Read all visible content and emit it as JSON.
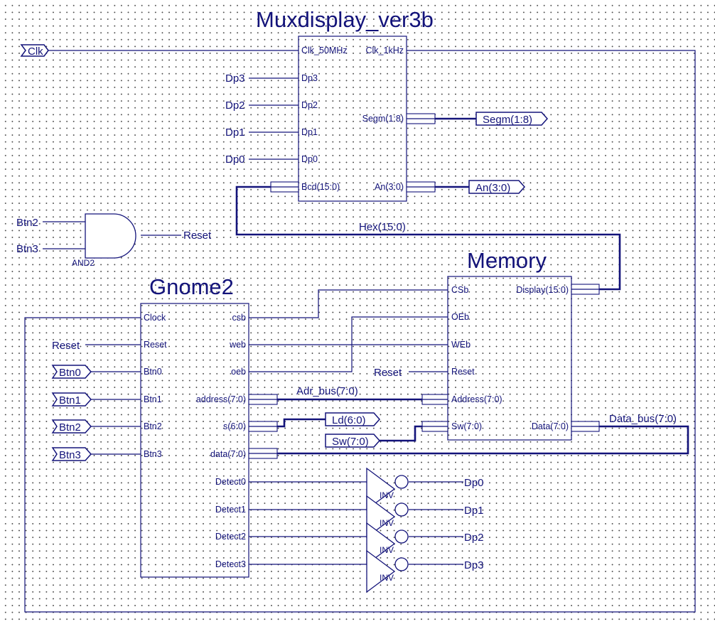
{
  "blocks": {
    "muxdisplay": {
      "title": "Muxdisplay_ver3b",
      "pins": {
        "clk_50mhz": "Clk_50MHz",
        "clk_1khz": "Clk_1kHz",
        "dp3": "Dp3",
        "dp2": "Dp2",
        "dp1": "Dp1",
        "dp0": "Dp0",
        "bcd": "Bcd(15:0)",
        "segm": "Segm(1:8)",
        "an": "An(3:0)"
      }
    },
    "memory": {
      "title": "Memory",
      "pins": {
        "csb": "CSb",
        "oeb": "OEb",
        "web": "WEb",
        "reset": "Reset",
        "address": "Address(7:0)",
        "sw": "Sw(7:0)",
        "display": "Display(15:0)",
        "data": "Data(7:0)"
      }
    },
    "gnome2": {
      "title": "Gnome2",
      "pins": {
        "clock": "Clock",
        "reset": "Reset",
        "btn0": "Btn0",
        "btn1": "Btn1",
        "btn2": "Btn2",
        "btn3": "Btn3",
        "csb": "csb",
        "web": "web",
        "oeb": "oeb",
        "address": "address(7:0)",
        "s": "s(6:0)",
        "data": "data(7:0)",
        "detect0": "Detect0",
        "detect1": "Detect1",
        "detect2": "Detect2",
        "detect3": "Detect3"
      }
    }
  },
  "gates": {
    "and2": {
      "label": "AND2"
    },
    "inverters": [
      {
        "label": "INV"
      },
      {
        "label": "INV"
      },
      {
        "label": "INV"
      },
      {
        "label": "INV"
      }
    ]
  },
  "io_markers": {
    "clk": "Clk",
    "segm": "Segm(1:8)",
    "an": "An(3:0)",
    "btn0": "Btn0",
    "btn1": "Btn1",
    "btn2": "Btn2",
    "btn3": "Btn3",
    "ld": "Ld(6:0)",
    "sw": "Sw(7:0)"
  },
  "net_labels": {
    "dp3": "Dp3",
    "dp2": "Dp2",
    "dp1": "Dp1",
    "dp0": "Dp0",
    "btn2": "Btn2",
    "btn3": "Btn3",
    "reset_out": "Reset",
    "reset_gnome": "Reset",
    "reset_mem": "Reset",
    "hex": "Hex(15:0)",
    "adr_bus": "Adr_bus(7:0)",
    "data_bus": "Data_bus(7:0)",
    "dp0_out": "Dp0",
    "dp1_out": "Dp1",
    "dp2_out": "Dp2",
    "dp3_out": "Dp3"
  }
}
